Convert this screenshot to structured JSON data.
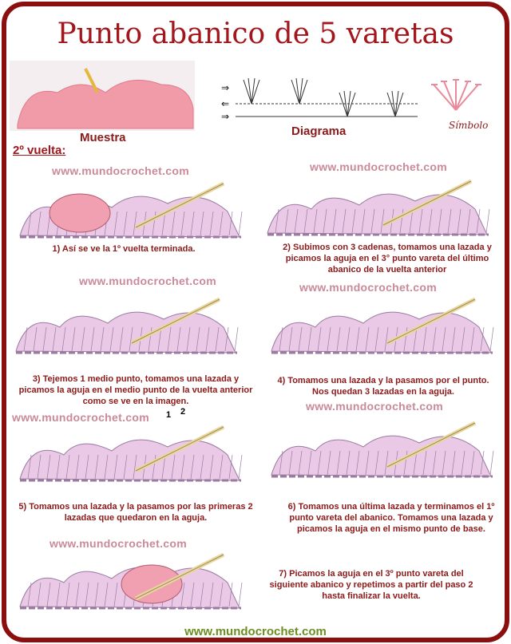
{
  "title": "Punto abanico de 5 varetas",
  "sample_label": "Muestra",
  "diagram_label": "Diagrama",
  "symbol_label": "Símbolo",
  "round_heading": "2º vuelta:",
  "watermark": "www.mundocrochet.com",
  "steps": [
    {
      "caption": "1) Así se ve la 1º vuelta terminada."
    },
    {
      "caption": "2) Subimos con 3 cadenas, tomamos una lazada y picamos la aguja en el  3°  punto vareta del último abanico de la vuelta anterior"
    },
    {
      "caption": "3) Tejemos 1 medio punto, tomamos una lazada y picamos la aguja en el medio punto de la vuelta anterior como se ve en la imagen."
    },
    {
      "caption": "4) Tomamos una lazada y la pasamos por el punto. Nos quedan 3 lazadas en la aguja."
    },
    {
      "caption": "5) Tomamos una lazada y la pasamos por las primeras 2 lazadas que quedaron en la aguja."
    },
    {
      "caption": "6) Tomamos una última lazada y terminamos el 1º punto vareta del abanico. Tomamos una lazada y picamos la aguja en el mismo punto de base."
    },
    {
      "caption": "7) Picamos la aguja en el 3º punto vareta del siguiente abanico y repetimos a partir del paso 2 hasta finalizar la vuelta."
    }
  ],
  "step5_arrow_labels": [
    "1",
    "2"
  ],
  "footer_link": "www.mundocrochet.com",
  "colors": {
    "border": "#8b0f0f",
    "title": "#a3161b",
    "footer": "#6b8e23",
    "yarn": "#e9c9e6",
    "highlight": "#f0a0b0"
  }
}
